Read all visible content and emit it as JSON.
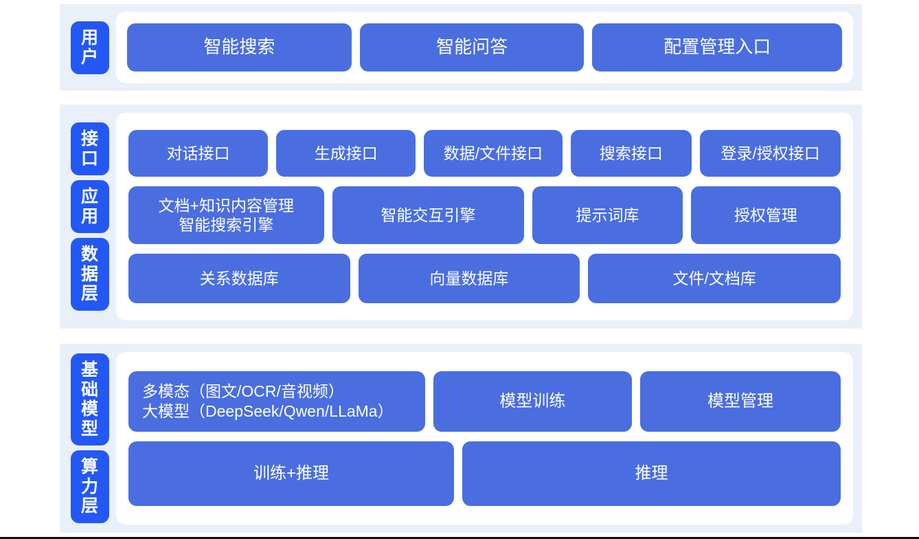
{
  "colors": {
    "badge_blue": "#2458f5",
    "card_blue": "#4a6ee0",
    "band_bg": "#eaf0f9",
    "panel_bg": "#ffffff",
    "page_bg": "#ffffff",
    "text_on_blue": "#ffffff"
  },
  "sections": [
    {
      "id": "user",
      "badges": [
        {
          "label": "用户"
        }
      ],
      "rows": [
        {
          "id": "user-entries",
          "cards": [
            {
              "label": "智能搜索"
            },
            {
              "label": "智能问答"
            },
            {
              "label": "配置管理入口"
            }
          ]
        }
      ]
    },
    {
      "id": "middle",
      "badges": [
        {
          "label": "接口"
        },
        {
          "label": "应用"
        },
        {
          "label": "数据层"
        }
      ],
      "rows": [
        {
          "id": "api",
          "cards": [
            {
              "label": "对话接口"
            },
            {
              "label": "生成接口"
            },
            {
              "label": "数据/文件接口"
            },
            {
              "label": "搜索接口"
            },
            {
              "label": "登录/授权接口"
            }
          ]
        },
        {
          "id": "app",
          "cards": [
            {
              "label": "文档+知识内容管理\n智能搜索引擎"
            },
            {
              "label": "智能交互引擎"
            },
            {
              "label": "提示词库"
            },
            {
              "label": "授权管理"
            }
          ]
        },
        {
          "id": "data",
          "cards": [
            {
              "label": "关系数据库"
            },
            {
              "label": "向量数据库"
            },
            {
              "label": "文件/文档库"
            }
          ]
        }
      ]
    },
    {
      "id": "base",
      "badges": [
        {
          "label": "基础模型"
        },
        {
          "label": "算力层"
        }
      ],
      "rows": [
        {
          "id": "model",
          "cards": [
            {
              "label": "多模态（图文/OCR/音视频）\n大模型（DeepSeek/Qwen/LLaMa）"
            },
            {
              "label": "模型训练"
            },
            {
              "label": "模型管理"
            }
          ]
        },
        {
          "id": "compute",
          "cards": [
            {
              "label": "训练+推理"
            },
            {
              "label": "推理"
            }
          ]
        }
      ]
    }
  ]
}
